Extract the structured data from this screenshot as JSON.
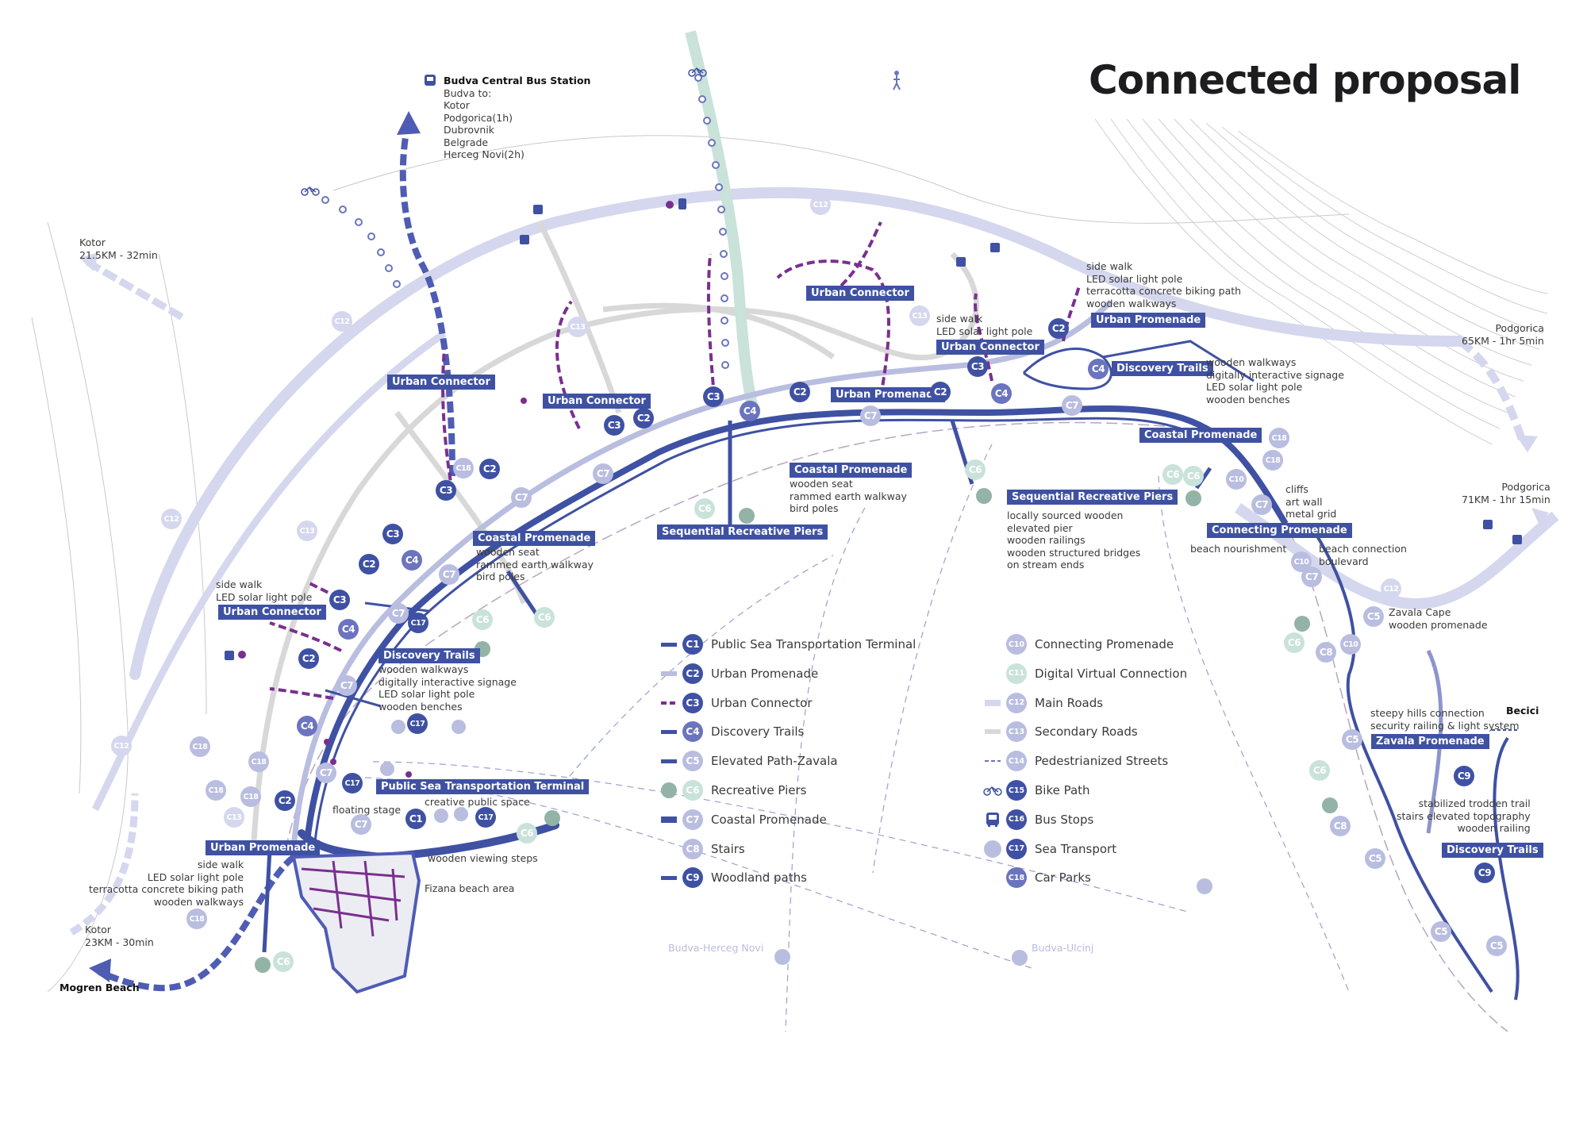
{
  "title": "Connected proposal",
  "colors": {
    "dark_blue": "#3f51a3",
    "mid_blue": "#6b74be",
    "light_lavender": "#b9bde0",
    "pale_lavender": "#d5d7ee",
    "purple": "#7a2f8f",
    "mint": "#c9e2da",
    "mint_dark": "#93b3a6",
    "grey_road": "#d3d3d3"
  },
  "bus_station": {
    "name": "Budva Central Bus Station",
    "lines": [
      "Budva to:",
      "Kotor",
      "Podgorica(1h)",
      "Dubrovnik",
      "Belgrade",
      "Herceg Novi(2h)"
    ]
  },
  "destinations": {
    "kotor_north": [
      "Kotor",
      "21.5KM - 32min"
    ],
    "kotor_south": [
      "Kotor",
      "23KM - 30min"
    ],
    "podgorica_1": [
      "Podgorica",
      "65KM - 1hr 5min"
    ],
    "podgorica_2": [
      "Podgorica",
      "71KM - 1hr 15min"
    ],
    "mogren": "Mogren Beach",
    "becici": "Becici",
    "ferry_herceg_novi": "Budva-Herceg Novi",
    "ferry_ulcinj": "Budva-Ulcinj"
  },
  "tags": {
    "urban_connector_1": "Urban Connector",
    "urban_connector_2": "Urban Connector",
    "urban_connector_3": "Urban Connector",
    "urban_connector_4": "Urban Connector",
    "urban_connector_5": "Urban Connector",
    "urban_promenade_1": "Urban Promenade",
    "urban_promenade_2": "Urban Promenade",
    "urban_promenade_3": "Urban Promenade",
    "discovery_trails_1": "Discovery Trails",
    "discovery_trails_2": "Discovery Trails",
    "discovery_trails_3": "Discovery Trails",
    "coastal_promenade_1": "Coastal Promenade",
    "coastal_promenade_2": "Coastal Promenade",
    "coastal_promenade_3": "Coastal Promenade",
    "seq_piers_1": "Sequential Recreative Piers",
    "seq_piers_2": "Sequential Recreative Piers",
    "connecting_promenade": "Connecting Promenade",
    "zavala_promenade": "Zavala Promenade",
    "terminal": "Public Sea Transportation Terminal"
  },
  "notes": {
    "up_ne": "side walk\nLED solar light pole\nterracotta concrete biking path\nwooden walkways",
    "uc_side": "side walk\nLED solar light pole",
    "uc_west": "side walk\nLED solar light pole",
    "dt_east": "wooden walkways\ndigitally interactive signage\nLED solar light pole\nwooden benches",
    "dt_west": "wooden walkways\ndigitally interactive signage\nLED solar light pole\nwooden benches",
    "cp_mid": "wooden seat\nrammed earth walkway\nbird poles",
    "cp_west": "wooden seat\nrammed earth walkway\nbird poles",
    "piers": "locally sourced wooden\nelevated pier\nwooden railings\nwooden structured bridges\non stream ends",
    "cliffs": "cliffs\nart wall\nmetal grid",
    "beach_nourishment": "beach nourishment",
    "beach_connection": "beach connection\nboulevard",
    "zavala_cape": "Zavala Cape\nwooden promenade",
    "steepy": "steepy hills connection\nsecurity railing & light system",
    "trail": "stabilized trodden trail\nstairs elevated topography\nwooden railing",
    "up_sw": "side walk\nLED solar light pole\nterracotta concrete biking path\nwooden walkways",
    "floating_stage": "floating stage",
    "creative_space": "creative public space",
    "viewing_steps": "wooden viewing steps",
    "fizana": "Fizana beach area"
  },
  "legend_left": [
    {
      "code": "C1",
      "label": "Public Sea Transportation Terminal",
      "symbol": "solid-dark"
    },
    {
      "code": "C2",
      "label": "Urban Promenade",
      "symbol": "solid-light"
    },
    {
      "code": "C3",
      "label": "Urban Connector",
      "symbol": "dash-purple"
    },
    {
      "code": "C4",
      "label": "Discovery Trails",
      "symbol": "solid-dark"
    },
    {
      "code": "C5",
      "label": "Elevated Path-Zavala",
      "symbol": "solid-dark"
    },
    {
      "code": "C6",
      "label": "Recreative Piers",
      "symbol": "pier-icon"
    },
    {
      "code": "C7",
      "label": "Coastal Promenade",
      "symbol": "solid-thick"
    },
    {
      "code": "C8",
      "label": "Stairs",
      "symbol": "none"
    },
    {
      "code": "C9",
      "label": "Woodland paths",
      "symbol": "solid-dark"
    }
  ],
  "legend_right": [
    {
      "code": "C10",
      "label": "Connecting Promenade",
      "symbol": "none"
    },
    {
      "code": "C11",
      "label": "Digital Virtual Connection",
      "symbol": "none"
    },
    {
      "code": "C12",
      "label": "Main Roads",
      "symbol": "road-main"
    },
    {
      "code": "C13",
      "label": "Secondary Roads",
      "symbol": "road-secondary"
    },
    {
      "code": "C14",
      "label": "Pedestrianized Streets",
      "symbol": "dash-blue"
    },
    {
      "code": "C15",
      "label": "Bike Path",
      "symbol": "bike-icon"
    },
    {
      "code": "C16",
      "label": "Bus Stops",
      "symbol": "bus-icon"
    },
    {
      "code": "C17",
      "label": "Sea Transport",
      "symbol": "boat-icon"
    },
    {
      "code": "C18",
      "label": "Car Parks",
      "symbol": "none"
    }
  ],
  "badges": [
    {
      "code": "C12",
      "tone": "pale",
      "key": "c12a"
    },
    {
      "code": "C12",
      "tone": "pale",
      "key": "c12b"
    },
    {
      "code": "C12",
      "tone": "pale",
      "key": "c12c"
    },
    {
      "code": "C12",
      "tone": "pale",
      "key": "c12d"
    },
    {
      "code": "C12",
      "tone": "pale",
      "key": "c12e"
    },
    {
      "code": "C13",
      "tone": "pale",
      "key": "c13a"
    },
    {
      "code": "C13",
      "tone": "pale",
      "key": "c13b"
    },
    {
      "code": "C13",
      "tone": "pale",
      "key": "c13c"
    },
    {
      "code": "C13",
      "tone": "pale",
      "key": "c13d"
    },
    {
      "code": "C2",
      "tone": "dark",
      "key": "c2a"
    },
    {
      "code": "C2",
      "tone": "dark",
      "key": "c2b"
    },
    {
      "code": "C2",
      "tone": "dark",
      "key": "c2c"
    },
    {
      "code": "C2",
      "tone": "dark",
      "key": "c2d"
    },
    {
      "code": "C2",
      "tone": "dark",
      "key": "c2e"
    },
    {
      "code": "C2",
      "tone": "dark",
      "key": "c2f"
    },
    {
      "code": "C2",
      "tone": "dark",
      "key": "c2g"
    },
    {
      "code": "C2",
      "tone": "dark",
      "key": "c2h"
    },
    {
      "code": "C3",
      "tone": "dark",
      "key": "c3a"
    },
    {
      "code": "C3",
      "tone": "dark",
      "key": "c3b"
    },
    {
      "code": "C3",
      "tone": "dark",
      "key": "c3c"
    },
    {
      "code": "C3",
      "tone": "dark",
      "key": "c3d"
    },
    {
      "code": "C3",
      "tone": "dark",
      "key": "c3e"
    },
    {
      "code": "C3",
      "tone": "dark",
      "key": "c3f"
    },
    {
      "code": "C4",
      "tone": "mid",
      "key": "c4a"
    },
    {
      "code": "C4",
      "tone": "mid",
      "key": "c4b"
    },
    {
      "code": "C4",
      "tone": "mid",
      "key": "c4c"
    },
    {
      "code": "C4",
      "tone": "mid",
      "key": "c4d"
    },
    {
      "code": "C4",
      "tone": "mid",
      "key": "c4e"
    },
    {
      "code": "C4",
      "tone": "mid",
      "key": "c4f"
    },
    {
      "code": "C7",
      "tone": "light",
      "key": "c7a"
    },
    {
      "code": "C7",
      "tone": "light",
      "key": "c7b"
    },
    {
      "code": "C7",
      "tone": "light",
      "key": "c7c"
    },
    {
      "code": "C7",
      "tone": "light",
      "key": "c7d"
    },
    {
      "code": "C7",
      "tone": "light",
      "key": "c7e"
    },
    {
      "code": "C7",
      "tone": "light",
      "key": "c7f"
    },
    {
      "code": "C7",
      "tone": "light",
      "key": "c7g"
    },
    {
      "code": "C7",
      "tone": "light",
      "key": "c7h"
    },
    {
      "code": "C7",
      "tone": "light",
      "key": "c7i"
    },
    {
      "code": "C7",
      "tone": "light",
      "key": "c7j"
    },
    {
      "code": "C7",
      "tone": "light",
      "key": "c7k"
    },
    {
      "code": "C18",
      "tone": "light",
      "key": "c18a"
    },
    {
      "code": "C18",
      "tone": "light",
      "key": "c18b"
    },
    {
      "code": "C18",
      "tone": "light",
      "key": "c18c"
    },
    {
      "code": "C18",
      "tone": "light",
      "key": "c18d"
    },
    {
      "code": "C18",
      "tone": "light",
      "key": "c18e"
    },
    {
      "code": "C18",
      "tone": "light",
      "key": "c18f"
    },
    {
      "code": "C18",
      "tone": "light",
      "key": "c18g"
    },
    {
      "code": "C18",
      "tone": "light",
      "key": "c18h"
    },
    {
      "code": "C6",
      "tone": "mint",
      "key": "c6a"
    },
    {
      "code": "C6",
      "tone": "mint",
      "key": "c6b"
    },
    {
      "code": "C6",
      "tone": "mint",
      "key": "c6c"
    },
    {
      "code": "C6",
      "tone": "mint",
      "key": "c6d"
    },
    {
      "code": "C6",
      "tone": "mint",
      "key": "c6e"
    },
    {
      "code": "C6",
      "tone": "mint",
      "key": "c6f"
    },
    {
      "code": "C6",
      "tone": "mint",
      "key": "c6g"
    },
    {
      "code": "C6",
      "tone": "mint",
      "key": "c6h"
    },
    {
      "code": "C6",
      "tone": "mint",
      "key": "c6i"
    },
    {
      "code": "C6",
      "tone": "mint",
      "key": "c6j"
    },
    {
      "code": "C17",
      "tone": "dark",
      "key": "c17a"
    },
    {
      "code": "C17",
      "tone": "dark",
      "key": "c17b"
    },
    {
      "code": "C17",
      "tone": "dark",
      "key": "c17c"
    },
    {
      "code": "C17",
      "tone": "dark",
      "key": "c17d"
    },
    {
      "code": "C1",
      "tone": "dark",
      "key": "c1a"
    },
    {
      "code": "C10",
      "tone": "light",
      "key": "c10a"
    },
    {
      "code": "C10",
      "tone": "light",
      "key": "c10b"
    },
    {
      "code": "C10",
      "tone": "light",
      "key": "c10c"
    },
    {
      "code": "C5",
      "tone": "light",
      "key": "c5a"
    },
    {
      "code": "C5",
      "tone": "light",
      "key": "c5b"
    },
    {
      "code": "C5",
      "tone": "light",
      "key": "c5c"
    },
    {
      "code": "C5",
      "tone": "light",
      "key": "c5d"
    },
    {
      "code": "C5",
      "tone": "light",
      "key": "c5e"
    },
    {
      "code": "C8",
      "tone": "light",
      "key": "c8a"
    },
    {
      "code": "C8",
      "tone": "light",
      "key": "c8b"
    },
    {
      "code": "C9",
      "tone": "dark",
      "key": "c9a"
    },
    {
      "code": "C9",
      "tone": "dark",
      "key": "c9b"
    }
  ]
}
